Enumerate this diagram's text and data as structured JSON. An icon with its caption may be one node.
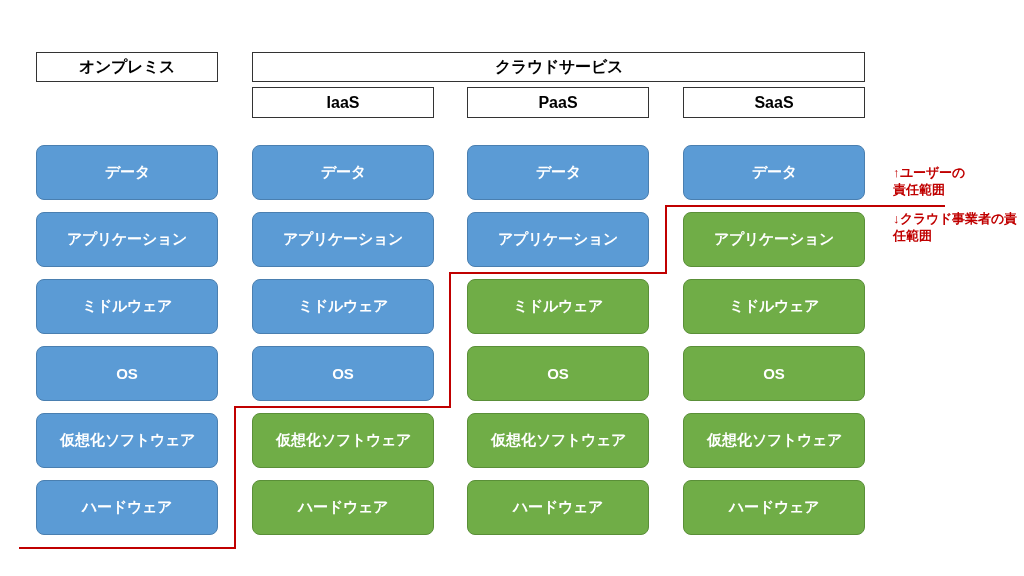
{
  "diagram": {
    "nodes": [
      {
        "text": [
          "オンプレミス"
        ]
      },
      {
        "text": [
          "クラウドサービス"
        ]
      },
      {
        "text": [
          "IaaS"
        ]
      },
      {
        "text": [
          "PaaS"
        ]
      },
      {
        "text": [
          "SaaS"
        ]
      },
      {
        "text": [
          "データ"
        ]
      },
      {
        "text": [
          "データ"
        ]
      },
      {
        "text": [
          "データ"
        ]
      },
      {
        "text": [
          "データ"
        ]
      },
      {
        "text": [
          "アプリケーション"
        ]
      },
      {
        "text": [
          "アプリケーション"
        ]
      },
      {
        "text": [
          "アプリケーション"
        ]
      },
      {
        "text": [
          "アプリケーション"
        ]
      },
      {
        "text": [
          "ミドルウェア"
        ]
      },
      {
        "text": [
          "ミドルウェア"
        ]
      },
      {
        "text": [
          "ミドルウェア"
        ]
      },
      {
        "text": [
          "ミドルウェア"
        ]
      },
      {
        "text": [
          "OS"
        ]
      },
      {
        "text": [
          "OS"
        ]
      },
      {
        "text": [
          "OS"
        ]
      },
      {
        "text": [
          "OS"
        ]
      },
      {
        "text": [
          "仮想化ソフトウェア"
        ]
      },
      {
        "text": [
          "仮想化ソフトウェア"
        ]
      },
      {
        "text": [
          "仮想化ソフトウェア"
        ]
      },
      {
        "text": [
          "仮想化ソフトウェア"
        ]
      },
      {
        "text": [
          "ハードウェア"
        ]
      },
      {
        "text": [
          "ハードウェア"
        ]
      },
      {
        "text": [
          "ハードウェア"
        ]
      },
      {
        "text": [
          "ハードウェア"
        ]
      }
    ],
    "labels": [
      "↑ユーザーの責任範囲",
      "↓クラウド事業者の責任範囲"
    ]
  }
}
